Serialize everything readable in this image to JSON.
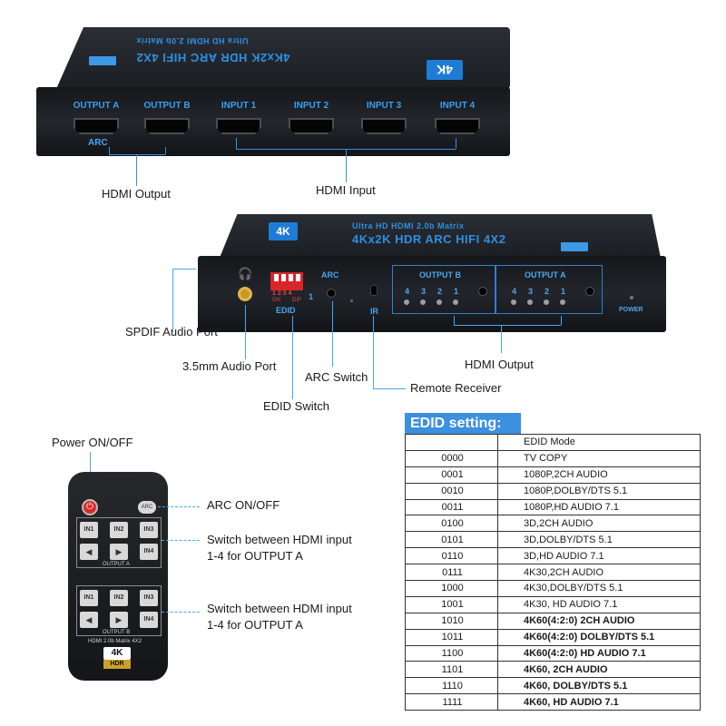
{
  "front_device": {
    "top_print_line1": "Ultra HD HDMI 2.0b Matrix",
    "top_print_line2": "4Kx2K HDR ARC HIFI 4X2",
    "badge_4k": "4K",
    "ports": [
      {
        "label": "OUTPUT A"
      },
      {
        "label": "OUTPUT B"
      },
      {
        "label": "INPUT 1"
      },
      {
        "label": "INPUT 2"
      },
      {
        "label": "INPUT 3"
      },
      {
        "label": "INPUT 4"
      }
    ],
    "arc_label": "ARC"
  },
  "front_annotations": {
    "hdmi_output": "HDMI Output",
    "hdmi_input": "HDMI Input"
  },
  "rear_device": {
    "top_print_line1": "Ultra HD  HDMI 2.0b Matrix",
    "top_print_line2": "4Kx2K HDR ARC HIFI 4X2",
    "badge_4k": "4K",
    "dip_numbers": "1 2 3 4",
    "dip_on": "ON",
    "dip_dip": "DIP",
    "dip_one": "1",
    "edid_label": "EDID",
    "arc_label": "ARC",
    "ir_label": "IR",
    "output_b_label": "OUTPUT B",
    "output_a_label": "OUTPUT A",
    "led_numbers": [
      "4",
      "3",
      "2",
      "1"
    ],
    "power_label": "POWER"
  },
  "rear_annotations": {
    "spdif": "SPDIF Audio Port",
    "audio_35": "3.5mm Audio Port",
    "arc_switch": "ARC Switch",
    "edid_switch": "EDID Switch",
    "remote_receiver": "Remote Receiver",
    "hdmi_output": "HDMI Output"
  },
  "remote": {
    "power_label": "Power ON/OFF",
    "arc_btn": "ARC",
    "arc_annotation": "ARC ON/OFF",
    "group_a_buttons": [
      "IN1",
      "IN2",
      "IN3",
      "IN4"
    ],
    "group_a_label": "OUTPUT A",
    "group_a_annotation_1": "Switch between HDMI input",
    "group_a_annotation_2": "1-4 for OUTPUT A",
    "group_b_buttons": [
      "IN1",
      "IN2",
      "IN3",
      "IN4"
    ],
    "group_b_label": "OUTPUT B",
    "group_b_annotation_1": "Switch between HDMI input",
    "group_b_annotation_2": "1-4 for OUTPUT A",
    "model_text": "HDMI 2.0b Matrix 4X2",
    "logo_4k": "4K",
    "logo_hdr": "HDR"
  },
  "edid_table": {
    "title": "EDID setting:",
    "header": "EDID Mode",
    "rows": [
      {
        "code": "0000",
        "mode": "TV COPY"
      },
      {
        "code": "0001",
        "mode": "1080P,2CH AUDIO"
      },
      {
        "code": "0010",
        "mode": "1080P,DOLBY/DTS 5.1"
      },
      {
        "code": "0011",
        "mode": "1080P,HD AUDIO 7.1"
      },
      {
        "code": "0100",
        "mode": "3D,2CH AUDIO"
      },
      {
        "code": "0101",
        "mode": "3D,DOLBY/DTS 5.1"
      },
      {
        "code": "0110",
        "mode": "3D,HD AUDIO 7.1"
      },
      {
        "code": "0111",
        "mode": "4K30,2CH AUDIO"
      },
      {
        "code": "1000",
        "mode": "4K30,DOLBY/DTS 5.1"
      },
      {
        "code": "1001",
        "mode": "4K30, HD AUDIO 7.1"
      },
      {
        "code": "1010",
        "mode": "4K60(4:2:0)  2CH AUDIO"
      },
      {
        "code": "1011",
        "mode": "4K60(4:2:0)  DOLBY/DTS 5.1"
      },
      {
        "code": "1100",
        "mode": "4K60(4:2:0) HD AUDIO 7.1"
      },
      {
        "code": "1101",
        "mode": "4K60, 2CH AUDIO"
      },
      {
        "code": "1110",
        "mode": "4K60, DOLBY/DTS 5.1"
      },
      {
        "code": "1111",
        "mode": "4K60, HD AUDIO 7.1"
      }
    ]
  }
}
